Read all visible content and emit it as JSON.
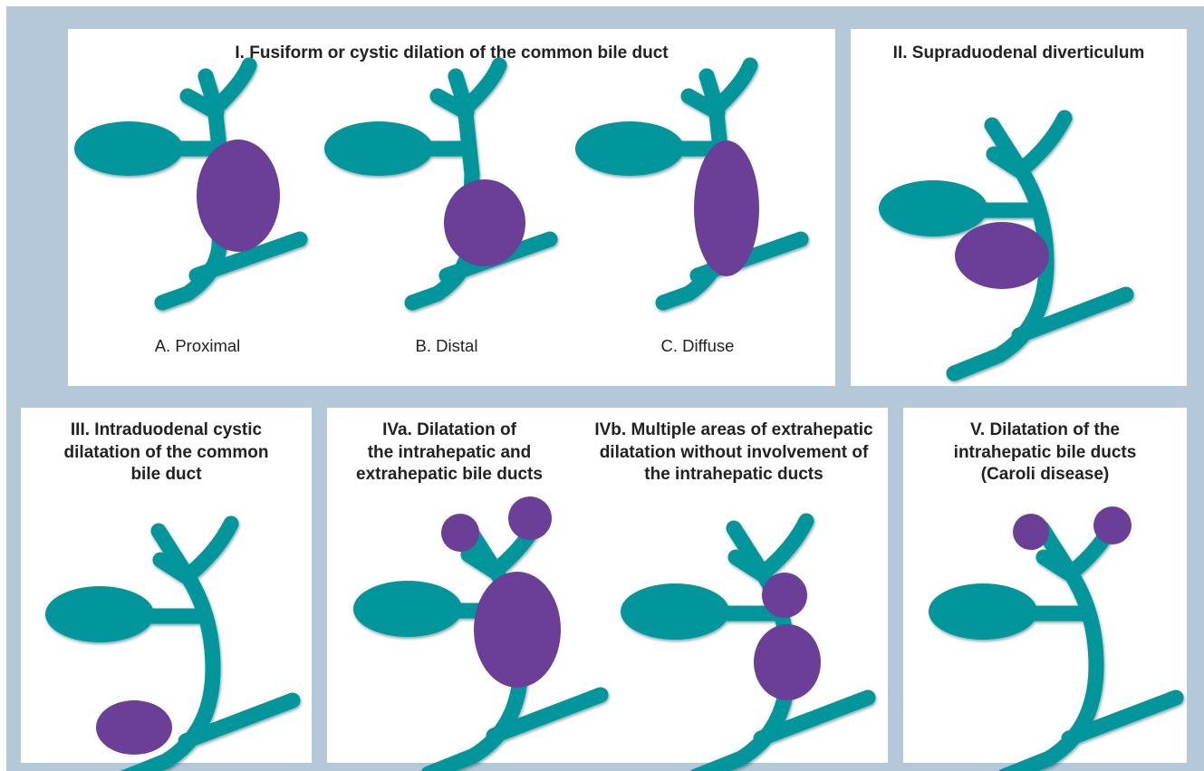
{
  "colors": {
    "background": "#b4c8da",
    "panel": "#ffffff",
    "duct": "#00969c",
    "cyst": "#6b3f98",
    "text": "#222222"
  },
  "panels": {
    "type1": {
      "title": "I. Fusiform or cystic dilation of the common bile duct",
      "labels": [
        "A. Proximal",
        "B. Distal",
        "C. Diffuse"
      ]
    },
    "type2": {
      "title": "II. Supraduodenal diverticulum"
    },
    "type3": {
      "title_lines": [
        "III. Intraduodenal cystic",
        "dilatation of the common",
        "bile duct"
      ]
    },
    "type4a": {
      "title_lines": [
        "IVa. Dilatation of",
        "the intrahepatic and",
        "extrahepatic bile ducts"
      ]
    },
    "type4b": {
      "title_lines": [
        "IVb. Multiple areas of extrahepatic",
        "dilatation without involvement of",
        "the intrahepatic ducts"
      ]
    },
    "type5": {
      "title_lines": [
        "V. Dilatation of the",
        "intrahepatic bile ducts",
        "(Caroli disease)"
      ]
    }
  }
}
